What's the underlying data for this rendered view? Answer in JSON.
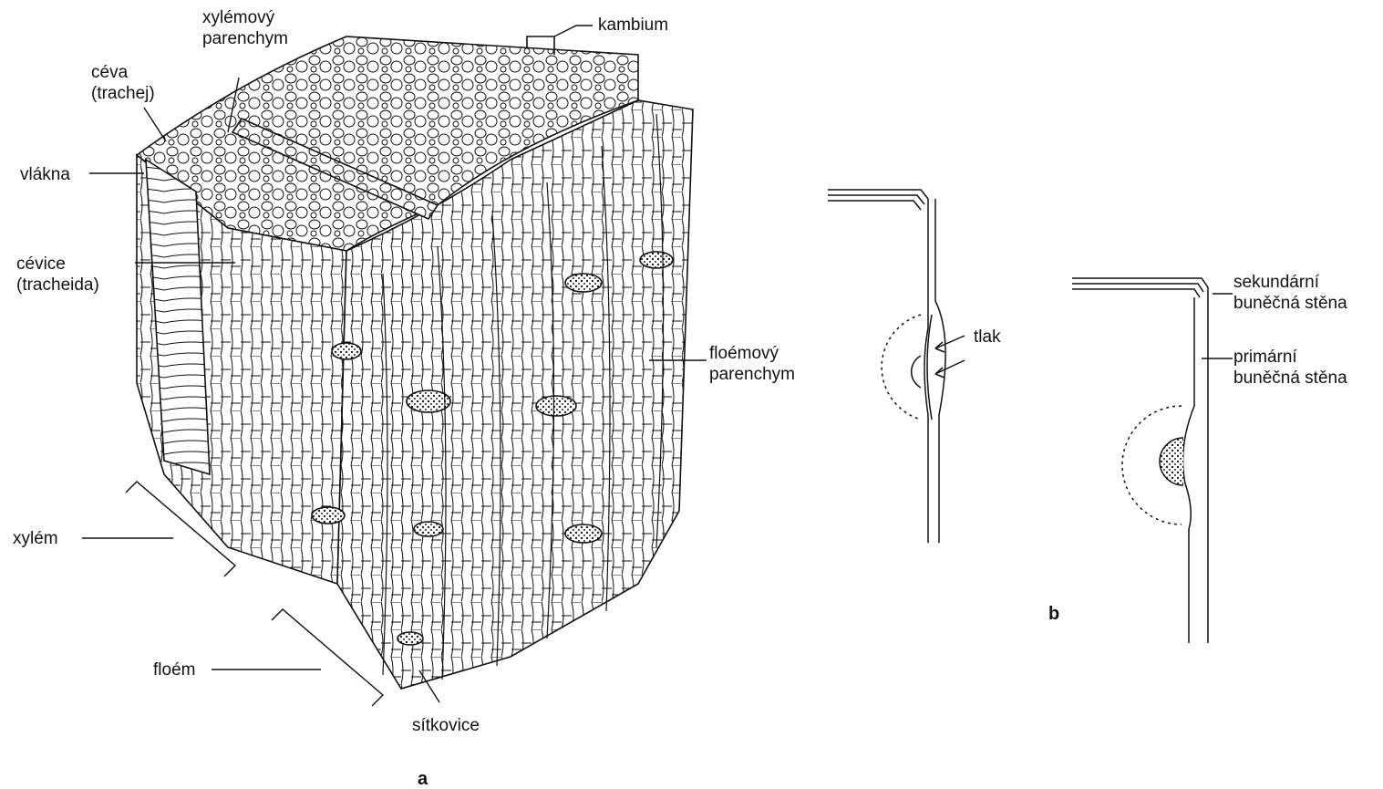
{
  "figure_a": {
    "panel_label": "a",
    "labels": {
      "xylem_parenchyma": [
        "xylémový",
        "parenchym"
      ],
      "kambium": "kambium",
      "vessel": [
        "céva",
        "(trachej)"
      ],
      "fibers": "vlákna",
      "tracheid": [
        "cévice",
        "(tracheida)"
      ],
      "phloem_parenchyma": [
        "floémový",
        "parenchym"
      ],
      "xylem": "xylém",
      "phloem": "floém",
      "sieve_tube": "sítkovice"
    }
  },
  "figure_b": {
    "panel_label": "b",
    "labels": {
      "pressure": "tlak",
      "secondary_wall": [
        "sekundární",
        "buněčná stěna"
      ],
      "primary_wall": [
        "primární",
        "buněčná stěna"
      ]
    }
  },
  "colors": {
    "ink": "#111111",
    "background": "#ffffff",
    "stipple": "#555555"
  }
}
